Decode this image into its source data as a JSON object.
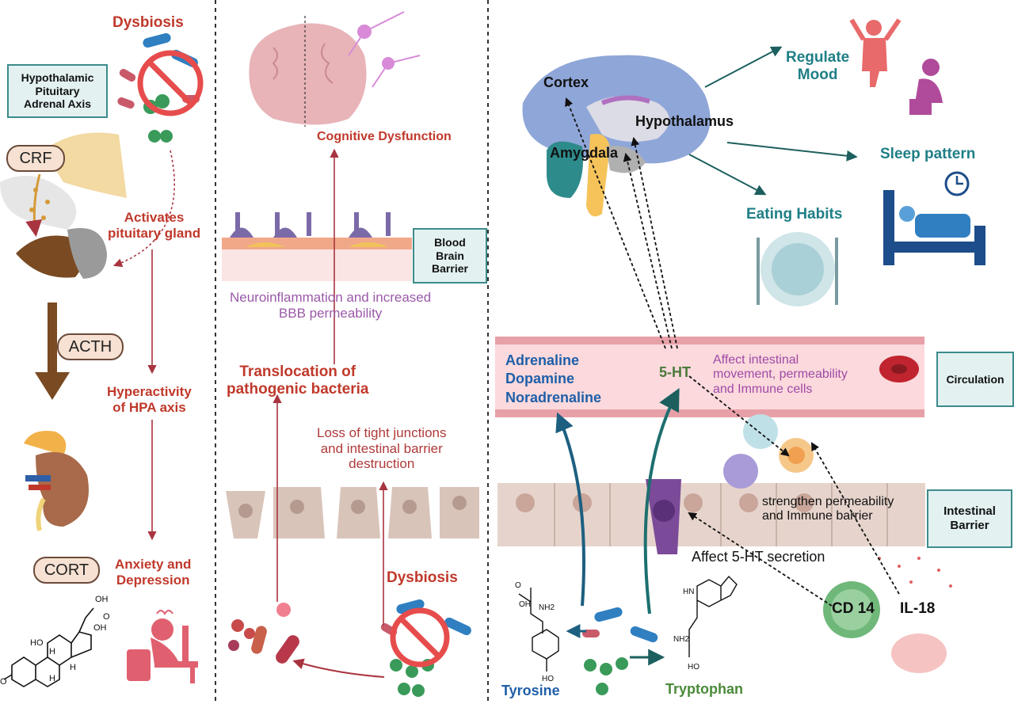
{
  "left": {
    "hpa_box": [
      "Hypothalamic",
      "Pituitary",
      "Adrenal Axis"
    ],
    "dysbiosis": "Dysbiosis",
    "crf": "CRF",
    "acth": "ACTH",
    "cort": "CORT",
    "activates": [
      "Activates",
      "pituitary gland"
    ],
    "hyperactivity": [
      "Hyperactivity",
      "of HPA axis"
    ],
    "anxiety": [
      "Anxiety and",
      "Depression"
    ],
    "steroid_labels": [
      "OH",
      "O",
      "OH",
      "HO",
      "H",
      "H",
      "H",
      "O"
    ]
  },
  "middle": {
    "cognitive": "Cognitive Dysfunction",
    "bbb_box": [
      "Blood",
      "Brain",
      "Barrier"
    ],
    "neuroinflammation": [
      "Neuroinflammation and increased",
      "BBB permeability"
    ],
    "translocation": [
      "Translocation of",
      "pathogenic bacteria"
    ],
    "loss": [
      "Loss of tight junctions",
      "and intestinal barrier",
      "destruction"
    ],
    "dysbiosis": "Dysbiosis"
  },
  "right": {
    "cortex": "Cortex",
    "hypothalamus": "Hypothalamus",
    "amygdala": "Amygdala",
    "regulate_mood": [
      "Regulate",
      "Mood"
    ],
    "sleep_pattern": "Sleep pattern",
    "eating_habits": "Eating Habits",
    "catecholamines": [
      "Adrenaline",
      "Dopamine",
      "Noradrenaline"
    ],
    "serotonin": "5-HT",
    "affect_intestinal": [
      "Affect  intestinal",
      "movement, permeability",
      "and Immune cells"
    ],
    "circulation_box": "Circulation",
    "intestinal_barrier_box": [
      "Intestinal",
      "Barrier"
    ],
    "strengthen": [
      "strengthen permeability",
      "and Immune barrier"
    ],
    "affect_secretion": "Affect 5-HT secretion",
    "cd14": "CD 14",
    "il18": "IL-18",
    "tyrosine": "Tyrosine",
    "tryptophan": "Tryptophan",
    "tyr_groups": [
      "O",
      "OH",
      "NH2",
      "HO"
    ],
    "trp_groups": [
      "HN",
      "NH2",
      "HO"
    ]
  },
  "colors": {
    "dark_red": "#c0392b",
    "teal": "#1f7f86",
    "blue": "#1f5fa8",
    "purple": "#a04aa8",
    "arrow_red": "#a8343f",
    "arrow_teal": "#1d5f5f"
  }
}
